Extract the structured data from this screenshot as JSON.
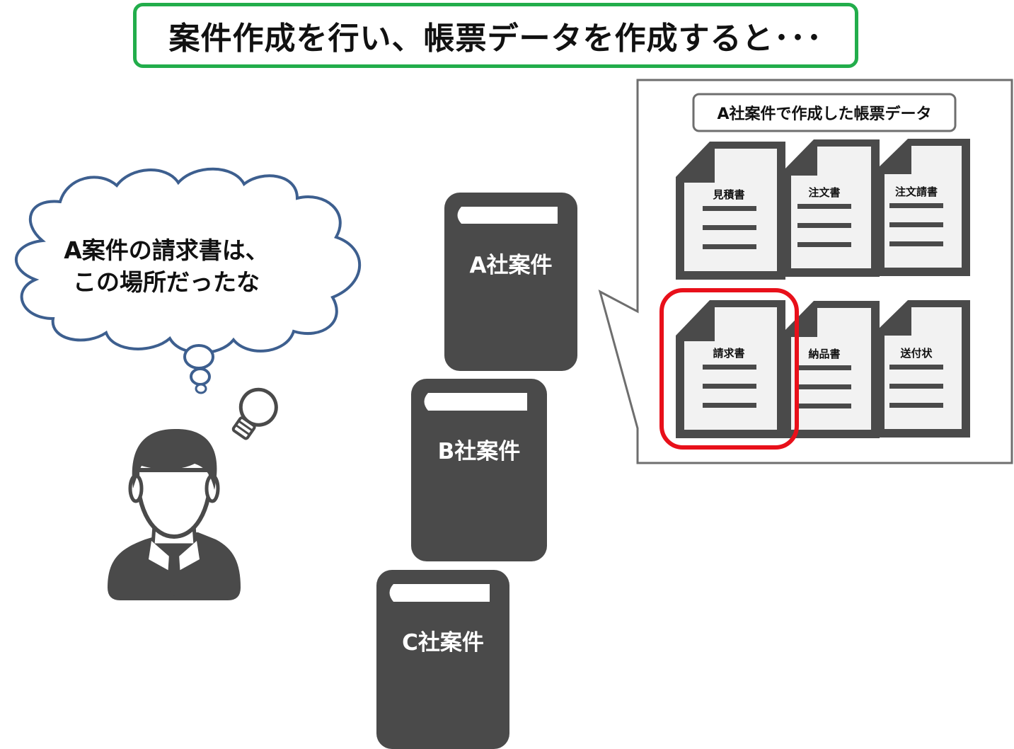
{
  "header": {
    "title": "案件作成を行い、帳票データを作成すると･･･"
  },
  "thought": {
    "line1": "A案件の請求書は、",
    "line2": "この場所だったな"
  },
  "books": [
    {
      "label": "A社案件"
    },
    {
      "label": "B社案件"
    },
    {
      "label": "C社案件"
    }
  ],
  "panel": {
    "title": "A社案件で作成した帳票データ",
    "documents": [
      {
        "label": "見積書"
      },
      {
        "label": "注文書"
      },
      {
        "label": "注文請書"
      },
      {
        "label": "請求書",
        "highlighted": true
      },
      {
        "label": "納品書"
      },
      {
        "label": "送付状"
      }
    ]
  },
  "colors": {
    "header_border": "#22ad4b",
    "book_fill": "#4a4a4a",
    "cloud_stroke": "#3d5f8f",
    "highlight": "#e8101a",
    "panel_border": "#6e6e6e"
  }
}
